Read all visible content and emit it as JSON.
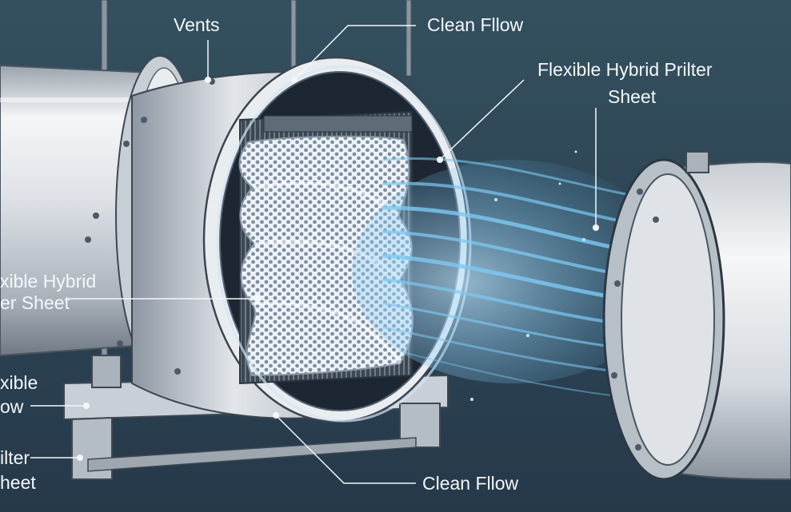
{
  "labels": {
    "vents": "Vents",
    "clean_flow_top": "Clean Fllow",
    "filter_right_line1": "Flexible Hybrid Prilter",
    "filter_right_line2": "Sheet",
    "filter_left_line1": "xible Hybrid",
    "filter_left_line2": "er Sheet",
    "flexible_flow_line1": "xible",
    "flexible_flow_line2": "ow",
    "filter_sheet_line1": "ilter",
    "filter_sheet_line2": "heet",
    "clean_flow_bottom": "Clean Fllow"
  },
  "colors": {
    "background": "#2f4555",
    "duct_metal": "#e6e9ed",
    "filter_mesh": "#d8e2ec",
    "airflow": "#7cc9f2",
    "label_text": "#f4f7fa"
  }
}
